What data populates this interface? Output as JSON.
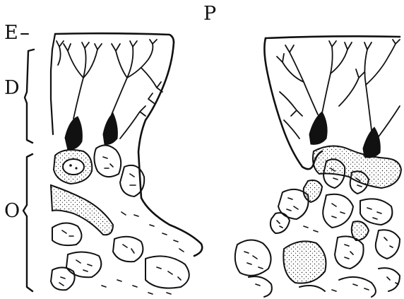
{
  "labels": {
    "top": "P",
    "e": "E",
    "d": "D",
    "o": "O"
  },
  "colors": {
    "ink": "#111111",
    "paper": "#ffffff",
    "stipple": "#222222"
  }
}
